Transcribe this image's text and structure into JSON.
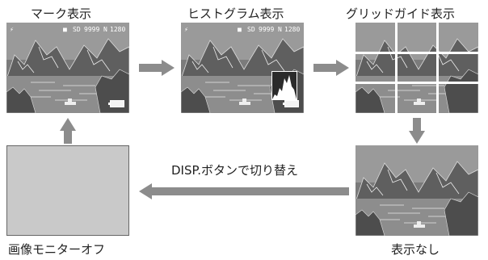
{
  "diagram": {
    "modes": [
      {
        "label": "マーク表示"
      },
      {
        "label": "ヒストグラム表示"
      },
      {
        "label": "グリッドガイド表示"
      },
      {
        "label": "表示なし"
      },
      {
        "label": "画像モニターオフ"
      }
    ],
    "hud": {
      "flash_icon": "flash-off-icon",
      "camera_icon": "camera-icon",
      "quality": "SD",
      "count": "9999",
      "size_badge": "N",
      "size": "1280"
    },
    "cycle_caption": "DISP.ボタンで切り替え",
    "colors": {
      "arrow": "#8c8c8c",
      "screen_off": "#c9c9c9",
      "grid": "#ffffff"
    }
  }
}
